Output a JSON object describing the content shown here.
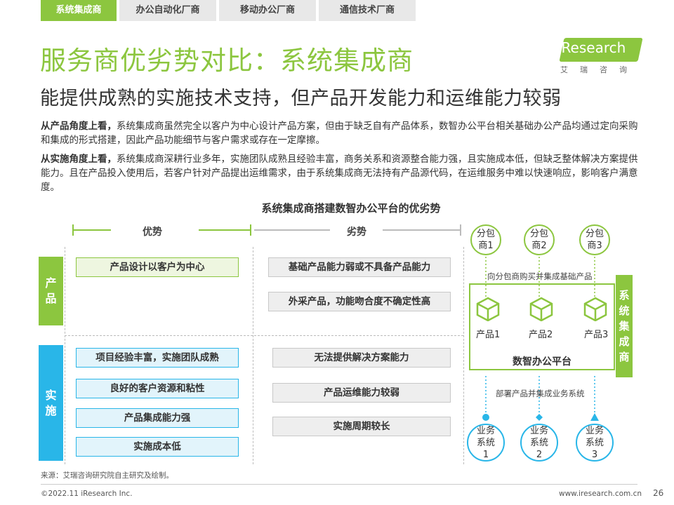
{
  "tabs": [
    "系统集成商",
    "办公自动化厂商",
    "移动办公厂商",
    "通信技术厂商"
  ],
  "title": "服务商优劣势对比：系统集成商",
  "subtitle": "能提供成熟的实施技术支持，但产品开发能力和运维能力较弱",
  "logo": {
    "text": "iResearch",
    "cn": "艾瑞咨询"
  },
  "paragraph1": {
    "lead": "从产品角度上看，",
    "body": "系统集成商虽然完全以客户为中心设计产品方案，但由于缺乏自有产品体系，数智办公平台相关基础办公产品均通过定向采购和集成的形式搭建，因此产品功能细节与客户需求或存在一定摩擦。"
  },
  "paragraph2": {
    "lead": "从实施角度上看，",
    "body": "系统集成商深耕行业多年，实施团队成熟且经验丰富，商务关系和资源整合能力强，且实施成本低，但缺乏整体解决方案提供能力。且在产品投入使用后，若客户针对产品提出运维需求，由于系统集成商无法持有产品源代码，在运维服务中难以快速响应，影响客户满意度。"
  },
  "chart_title": "系统集成商搭建数智办公平台的优劣势",
  "header": {
    "advantage": "优势",
    "disadvantage": "劣势"
  },
  "categories": {
    "product": "产品",
    "implementation": "实施"
  },
  "product_advantages": [
    "产品设计以客户为中心"
  ],
  "product_disadvantages": [
    "基础产品能力弱或不具备产品能力",
    "外采产品，功能吻合度不确定性高"
  ],
  "impl_advantages": [
    "项目经验丰富，实施团队成熟",
    "良好的客户资源和粘性",
    "产品集成能力强",
    "实施成本低"
  ],
  "impl_disadvantages": [
    "无法提供解决方案能力",
    "产品运维能力较弱",
    "实施周期较长"
  ],
  "diagram": {
    "subcontractors": [
      "分包商1",
      "分包商2",
      "分包商3"
    ],
    "purchase_label": "向分包商购买并集成基础产品",
    "products": [
      "产品1",
      "产品2",
      "产品3"
    ],
    "platform": "数智办公平台",
    "integrator": "系统集成商",
    "deploy_label": "部署产品并集成业务系统",
    "systems": [
      "业务系统1",
      "业务系统2",
      "业务系统3"
    ]
  },
  "source": "来源：艾瑞咨询研究院自主研究及绘制。",
  "copyright": "©2022.11 iResearch Inc.",
  "website": "www.iresearch.com.cn",
  "page_number": "26",
  "colors": {
    "green": "#8cc63f",
    "blue": "#29b6e8",
    "gray": "#eeeeee"
  }
}
